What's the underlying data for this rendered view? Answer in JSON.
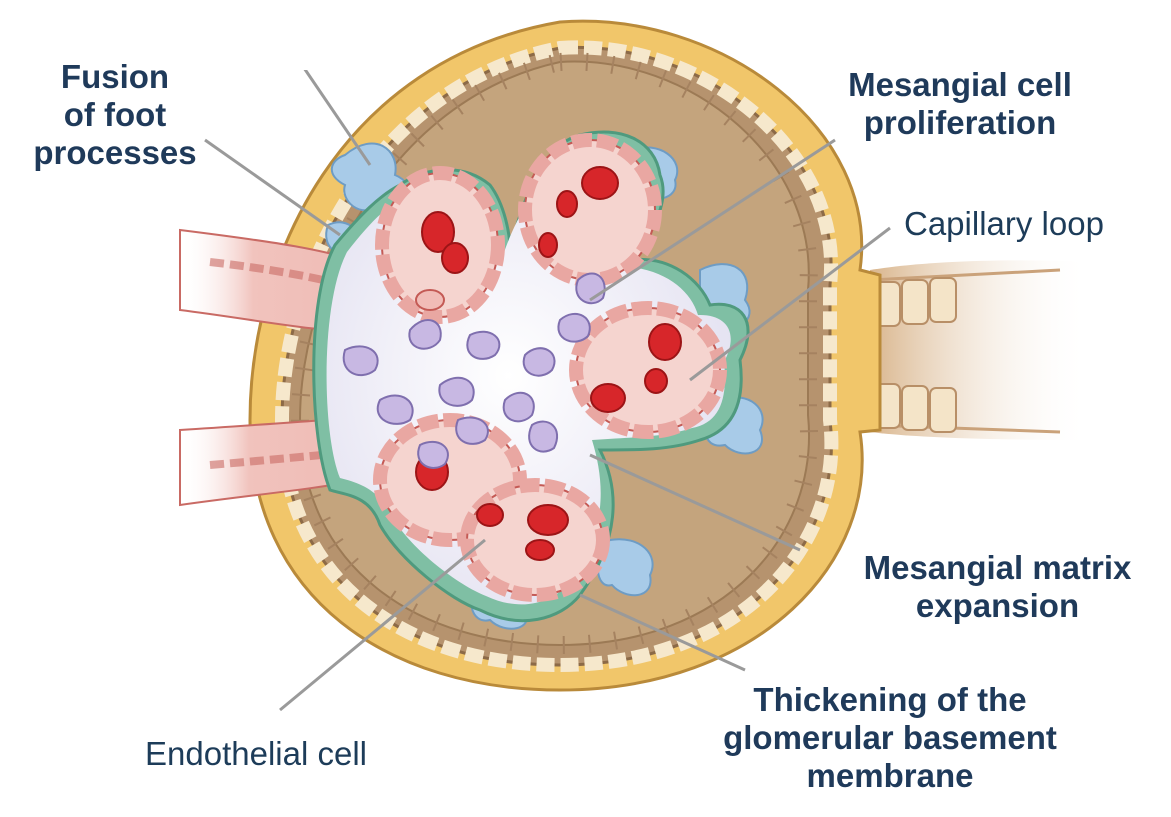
{
  "labels": {
    "fusion": "Fusion\nof foot\nprocesses",
    "mesangial_prolif": "Mesangial cell\nproliferation",
    "capillary_loop": "Capillary loop",
    "mesangial_matrix": "Mesangial matrix\nexpansion",
    "thickening_gbm": "Thickening of the\nglomerular basement\nmembrane",
    "endothelial": "Endothelial cell"
  },
  "colors": {
    "label_text": "#1f3a5a",
    "capsule_outer": "#f1c66a",
    "capsule_inner": "#b6936e",
    "basement_membrane": "#7fbfa4",
    "mesangial_matrix": "#e6e3f2",
    "mesangial_cell": "#c8b8e3",
    "capillary_wall": "#f3c2bf",
    "red_blood_cell": "#d7262a",
    "podocyte": "#a8cbe8",
    "leader_line": "#9a9a9a"
  }
}
